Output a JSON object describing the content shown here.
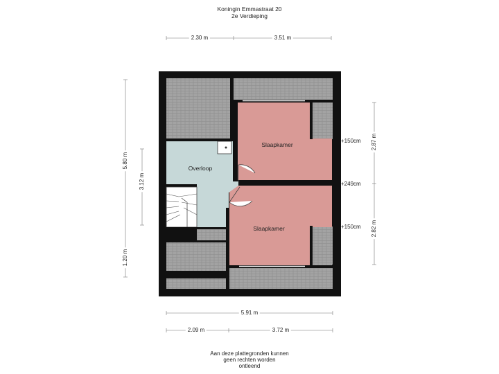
{
  "header": {
    "address": "Koningin Emmastraat 20",
    "floor": "2e Verdieping"
  },
  "dimensions": {
    "top_left": "2.30 m",
    "top_right": "3.51 m",
    "left_total": "5.80 m",
    "left_inner": "3.12 m",
    "left_bottom": "1.20 m",
    "right_top": "2.87 m",
    "right_bottom": "2.82 m",
    "bottom_total": "5.91 m",
    "bottom_left": "2.09 m",
    "bottom_right": "3.72 m"
  },
  "rooms": {
    "bedroom_top": "Slaapkamer",
    "bedroom_bottom": "Slaapkamer",
    "landing": "Overloop"
  },
  "heights": {
    "h1": "+150cm",
    "h2": "+249cm",
    "h3": "+150cm"
  },
  "footer": {
    "line1": "Aan deze plattegronden kunnen",
    "line2": "geen rechten worden",
    "line3": "ontleend"
  },
  "colors": {
    "wall": "#111111",
    "roof": "#9a9a9a",
    "bedroom": "#d99a96",
    "landing": "#c6d8d8",
    "stairs": "#ffffff"
  }
}
